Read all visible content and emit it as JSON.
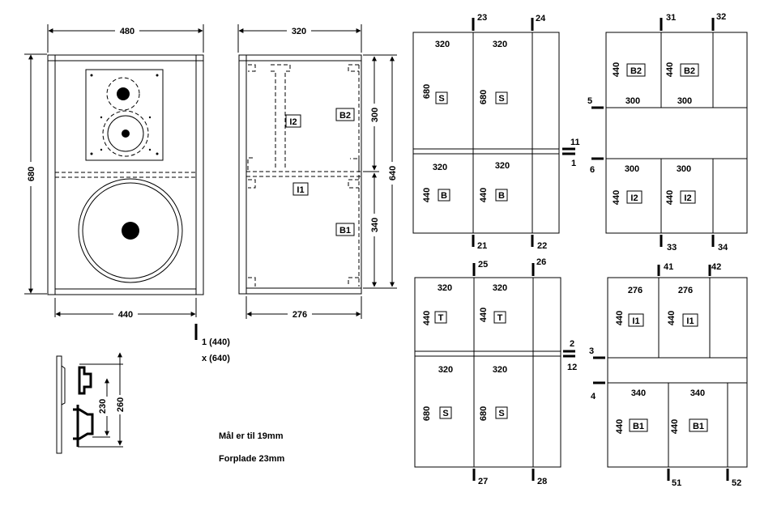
{
  "colors": {
    "ink": "#000000",
    "paper": "#ffffff",
    "driver_fill": "#000000"
  },
  "front_view": {
    "width_top": "480",
    "height": "680",
    "width_bottom": "440"
  },
  "side_view": {
    "width_top": "320",
    "height_upper": "300",
    "height_total": "640",
    "height_lower": "340",
    "width_bottom": "276",
    "labels": {
      "b2": "B2",
      "i2": "I2",
      "i1": "I1",
      "b1": "B1"
    }
  },
  "legend": {
    "line1": "1  (440)",
    "line2": "x (640)"
  },
  "driver_detail": {
    "dim1": "230",
    "dim2": "260"
  },
  "notes": {
    "line1": "Mål er til  19mm",
    "line2": "Forplade   23mm"
  },
  "sheets": [
    {
      "id": "sheet-1",
      "top_marks": [
        "23",
        "24"
      ],
      "bottom_marks": [
        "21",
        "22"
      ],
      "right_marks": [
        "11",
        "1"
      ],
      "panels": [
        {
          "width": "320",
          "height": "680",
          "label": "S"
        },
        {
          "width": "320",
          "height": "680",
          "label": "S"
        },
        {
          "width": "320",
          "height": "440",
          "label": "B"
        },
        {
          "width": "320",
          "height": "440",
          "label": "B"
        }
      ]
    },
    {
      "id": "sheet-2",
      "top_marks": [
        "31",
        "32"
      ],
      "bottom_marks": [
        "33",
        "34"
      ],
      "left_marks": [
        "5",
        "6"
      ],
      "panels": [
        {
          "width": "300",
          "height": "440",
          "label": "B2"
        },
        {
          "width": "300",
          "height": "440",
          "label": "B2"
        },
        {
          "width": "300",
          "height": "440",
          "label": "I2"
        },
        {
          "width": "300",
          "height": "440",
          "label": "I2"
        }
      ]
    },
    {
      "id": "sheet-3",
      "top_marks": [
        "25",
        "26"
      ],
      "bottom_marks": [
        "27",
        "28"
      ],
      "right_marks": [
        "2",
        "12"
      ],
      "panels": [
        {
          "width": "320",
          "height": "440",
          "label": "T"
        },
        {
          "width": "320",
          "height": "440",
          "label": "T"
        },
        {
          "width": "320",
          "height": "680",
          "label": "S"
        },
        {
          "width": "320",
          "height": "680",
          "label": "S"
        }
      ]
    },
    {
      "id": "sheet-4",
      "top_marks": [
        "41",
        "42"
      ],
      "bottom_marks": [
        "51",
        "52"
      ],
      "left_marks": [
        "3",
        "4"
      ],
      "panels": [
        {
          "width": "276",
          "height": "440",
          "label": "I1"
        },
        {
          "width": "276",
          "height": "440",
          "label": "I1"
        },
        {
          "width": "340",
          "height": "440",
          "label": "B1"
        },
        {
          "width": "340",
          "height": "440",
          "label": "B1"
        }
      ]
    }
  ]
}
